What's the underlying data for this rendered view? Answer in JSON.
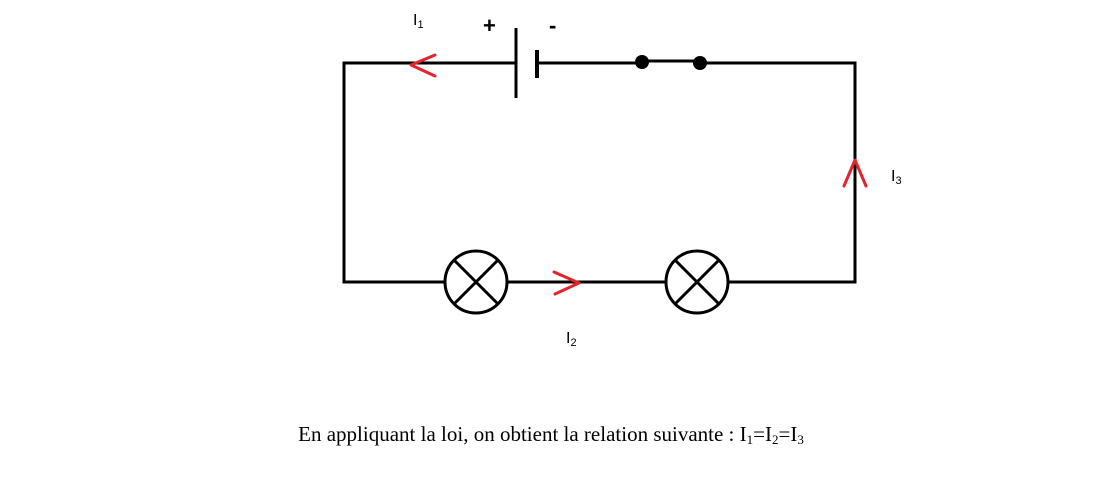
{
  "diagram": {
    "battery": {
      "plus_label": "+",
      "minus_label": "-"
    },
    "currents": [
      {
        "symbol": "I",
        "index": "1"
      },
      {
        "symbol": "I",
        "index": "2"
      },
      {
        "symbol": "I",
        "index": "3"
      }
    ],
    "lamps_count": 2,
    "arrow_color": "#e5232c",
    "wire_color": "#000000"
  },
  "caption": {
    "text": "En appliquant la loi, on obtient la relation suivante : ",
    "relation": [
      {
        "symbol": "I",
        "index": "1"
      },
      {
        "symbol": "="
      },
      {
        "symbol": "I",
        "index": "2"
      },
      {
        "symbol": "="
      },
      {
        "symbol": "I",
        "index": "3"
      }
    ]
  }
}
